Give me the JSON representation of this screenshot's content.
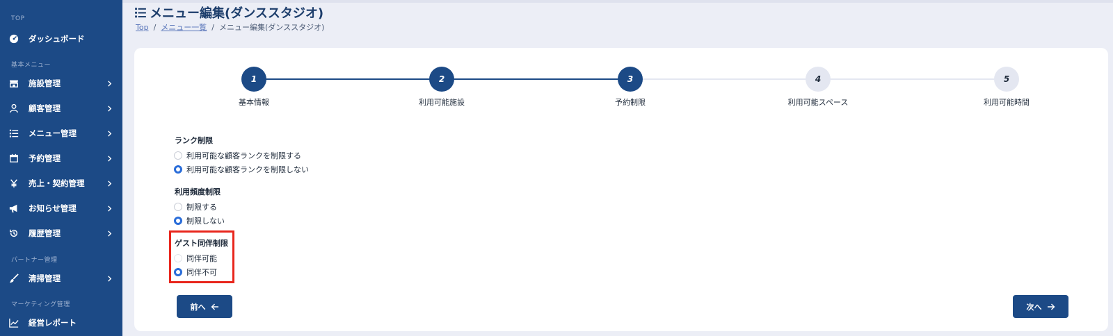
{
  "sidebar": {
    "sections": {
      "top": "TOP",
      "basic": "基本メニュー",
      "partner": "パートナー管理",
      "marketing": "マーケティング管理"
    },
    "items": {
      "dashboard": "ダッシュボード",
      "facility": "施設管理",
      "customer": "顧客管理",
      "menu": "メニュー管理",
      "reservation": "予約管理",
      "sales": "売上・契約管理",
      "news": "お知らせ管理",
      "history": "履歴管理",
      "cleaning": "清掃管理",
      "report": "経営レポート"
    }
  },
  "header": {
    "title": "メニュー編集(ダンススタジオ)",
    "breadcrumb": {
      "top": "Top",
      "menu_list": "メニュー一覧",
      "current": "メニュー編集(ダンススタジオ)",
      "separator": "/"
    }
  },
  "stepper": {
    "steps": [
      {
        "number": "1",
        "label": "基本情報"
      },
      {
        "number": "2",
        "label": "利用可能施設"
      },
      {
        "number": "3",
        "label": "予約制限"
      },
      {
        "number": "4",
        "label": "利用可能スペース"
      },
      {
        "number": "5",
        "label": "利用可能時間"
      }
    ],
    "current_step": 3
  },
  "form": {
    "rank": {
      "title": "ランク制限",
      "options": [
        "利用可能な顧客ランクを制限する",
        "利用可能な顧客ランクを制限しない"
      ],
      "selected": 1
    },
    "frequency": {
      "title": "利用頻度制限",
      "options": [
        "制限する",
        "制限しない"
      ],
      "selected": 1
    },
    "guest": {
      "title": "ゲスト同伴制限",
      "options": [
        "同伴可能",
        "同伴不可"
      ],
      "selected": 1
    }
  },
  "buttons": {
    "prev": "前へ",
    "next": "次へ"
  },
  "colors": {
    "sidebar": "#1c4a86",
    "accent": "#2a6dd9",
    "highlight": "#e8261c"
  }
}
